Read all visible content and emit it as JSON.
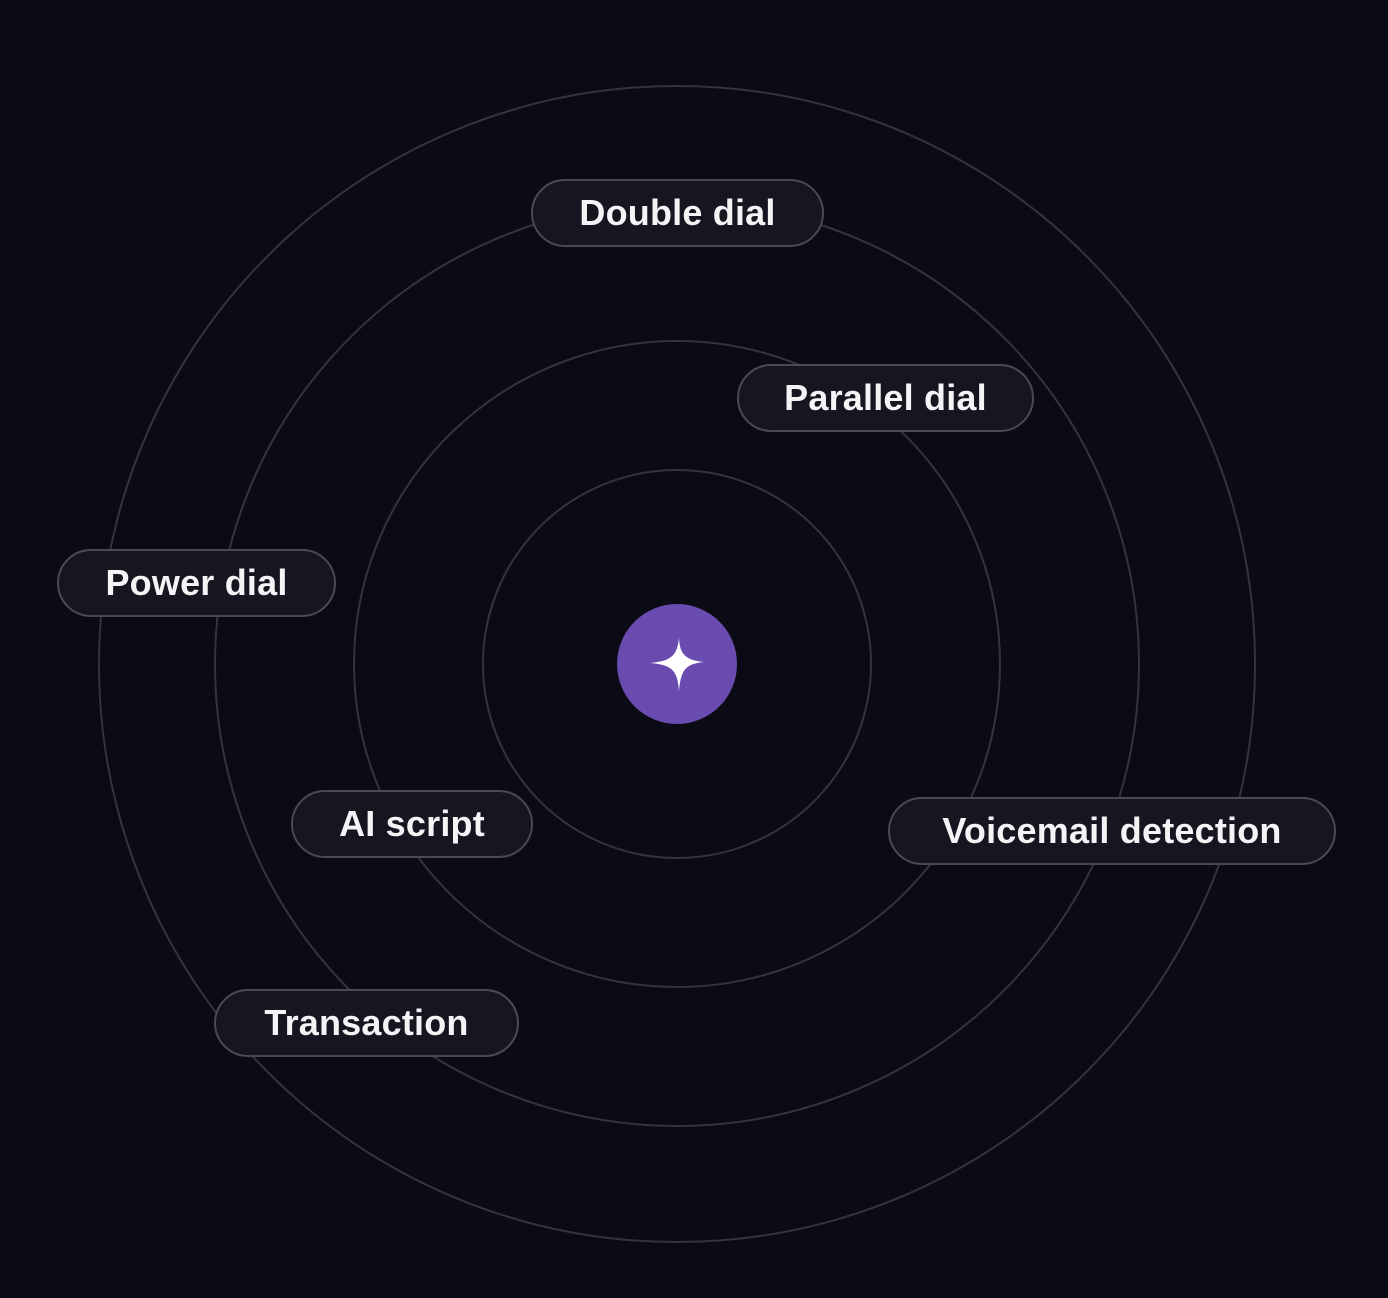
{
  "hub": {
    "icon": "sparkle-icon",
    "color": "#6a4bb0"
  },
  "features": [
    {
      "label": "Double dial"
    },
    {
      "label": "Parallel dial"
    },
    {
      "label": "Power dial"
    },
    {
      "label": "AI script"
    },
    {
      "label": "Voicemail detection"
    },
    {
      "label": "Transaction"
    }
  ],
  "colors": {
    "background": "#0b0b16",
    "ring": "#34333f",
    "pill_background": "#161621",
    "pill_border": "#4a4955",
    "text": "#f4f4f6",
    "accent": "#6a4bb0"
  }
}
